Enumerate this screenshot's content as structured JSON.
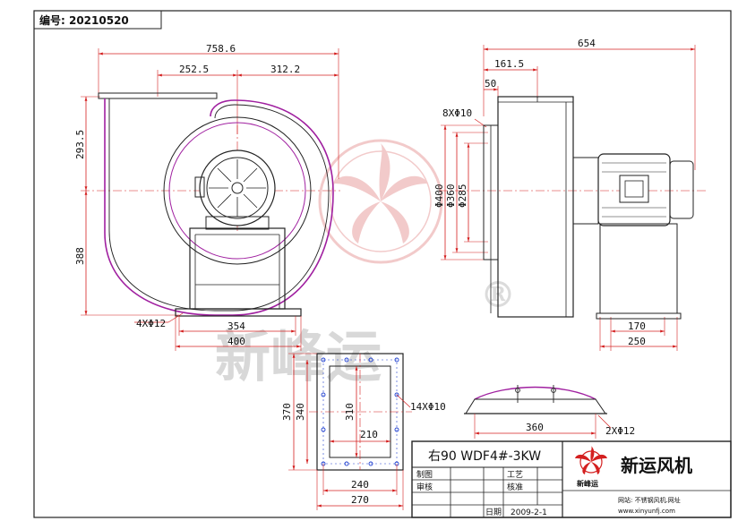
{
  "header": {
    "serial_label": "编号: 20210520"
  },
  "front_view": {
    "width_total": "758.6",
    "width_left": "252.5",
    "width_right": "312.2",
    "height_upper": "293.5",
    "height_lower": "388",
    "base_holes": "4XΦ12",
    "base_inner": "354",
    "base_outer": "400"
  },
  "side_view": {
    "length_total": "654",
    "inlet_offset": "161.5",
    "flange_thickness": "50",
    "flange_holes": "8XΦ10",
    "dia_outer": "Φ400",
    "dia_mid": "Φ360",
    "dia_inner": "Φ285",
    "foot_inner": "170",
    "foot_outer": "250"
  },
  "outlet_flange": {
    "outer_height": "370",
    "mid_height": "340",
    "inner_height": "310",
    "holes": "14XΦ10",
    "inner_width": "210",
    "mid_width": "240",
    "outer_width": "270"
  },
  "bottom_detail": {
    "width": "360",
    "holes": "2XΦ12"
  },
  "watermark": {
    "text": "新峰运",
    "reg": "®"
  },
  "title_block": {
    "model": "右90  WDF4#-3KW",
    "company": "新运风机",
    "logo_text": "新峰运",
    "row_drawn": "制图",
    "row_review": "审核",
    "row_craft": "工艺",
    "row_check": "核准",
    "row_date_label": "日期",
    "date": "2009-2-1",
    "website": "网站: 不锈钢风机.网址",
    "url": "www.xinyunfj.com"
  },
  "colors": {
    "outline": "#222222",
    "dim_line": "#d42020",
    "center_line": "#d42020",
    "casing": "#a020a0",
    "flange_holes": "#2040d0",
    "watermark": "#e8a0a0"
  }
}
